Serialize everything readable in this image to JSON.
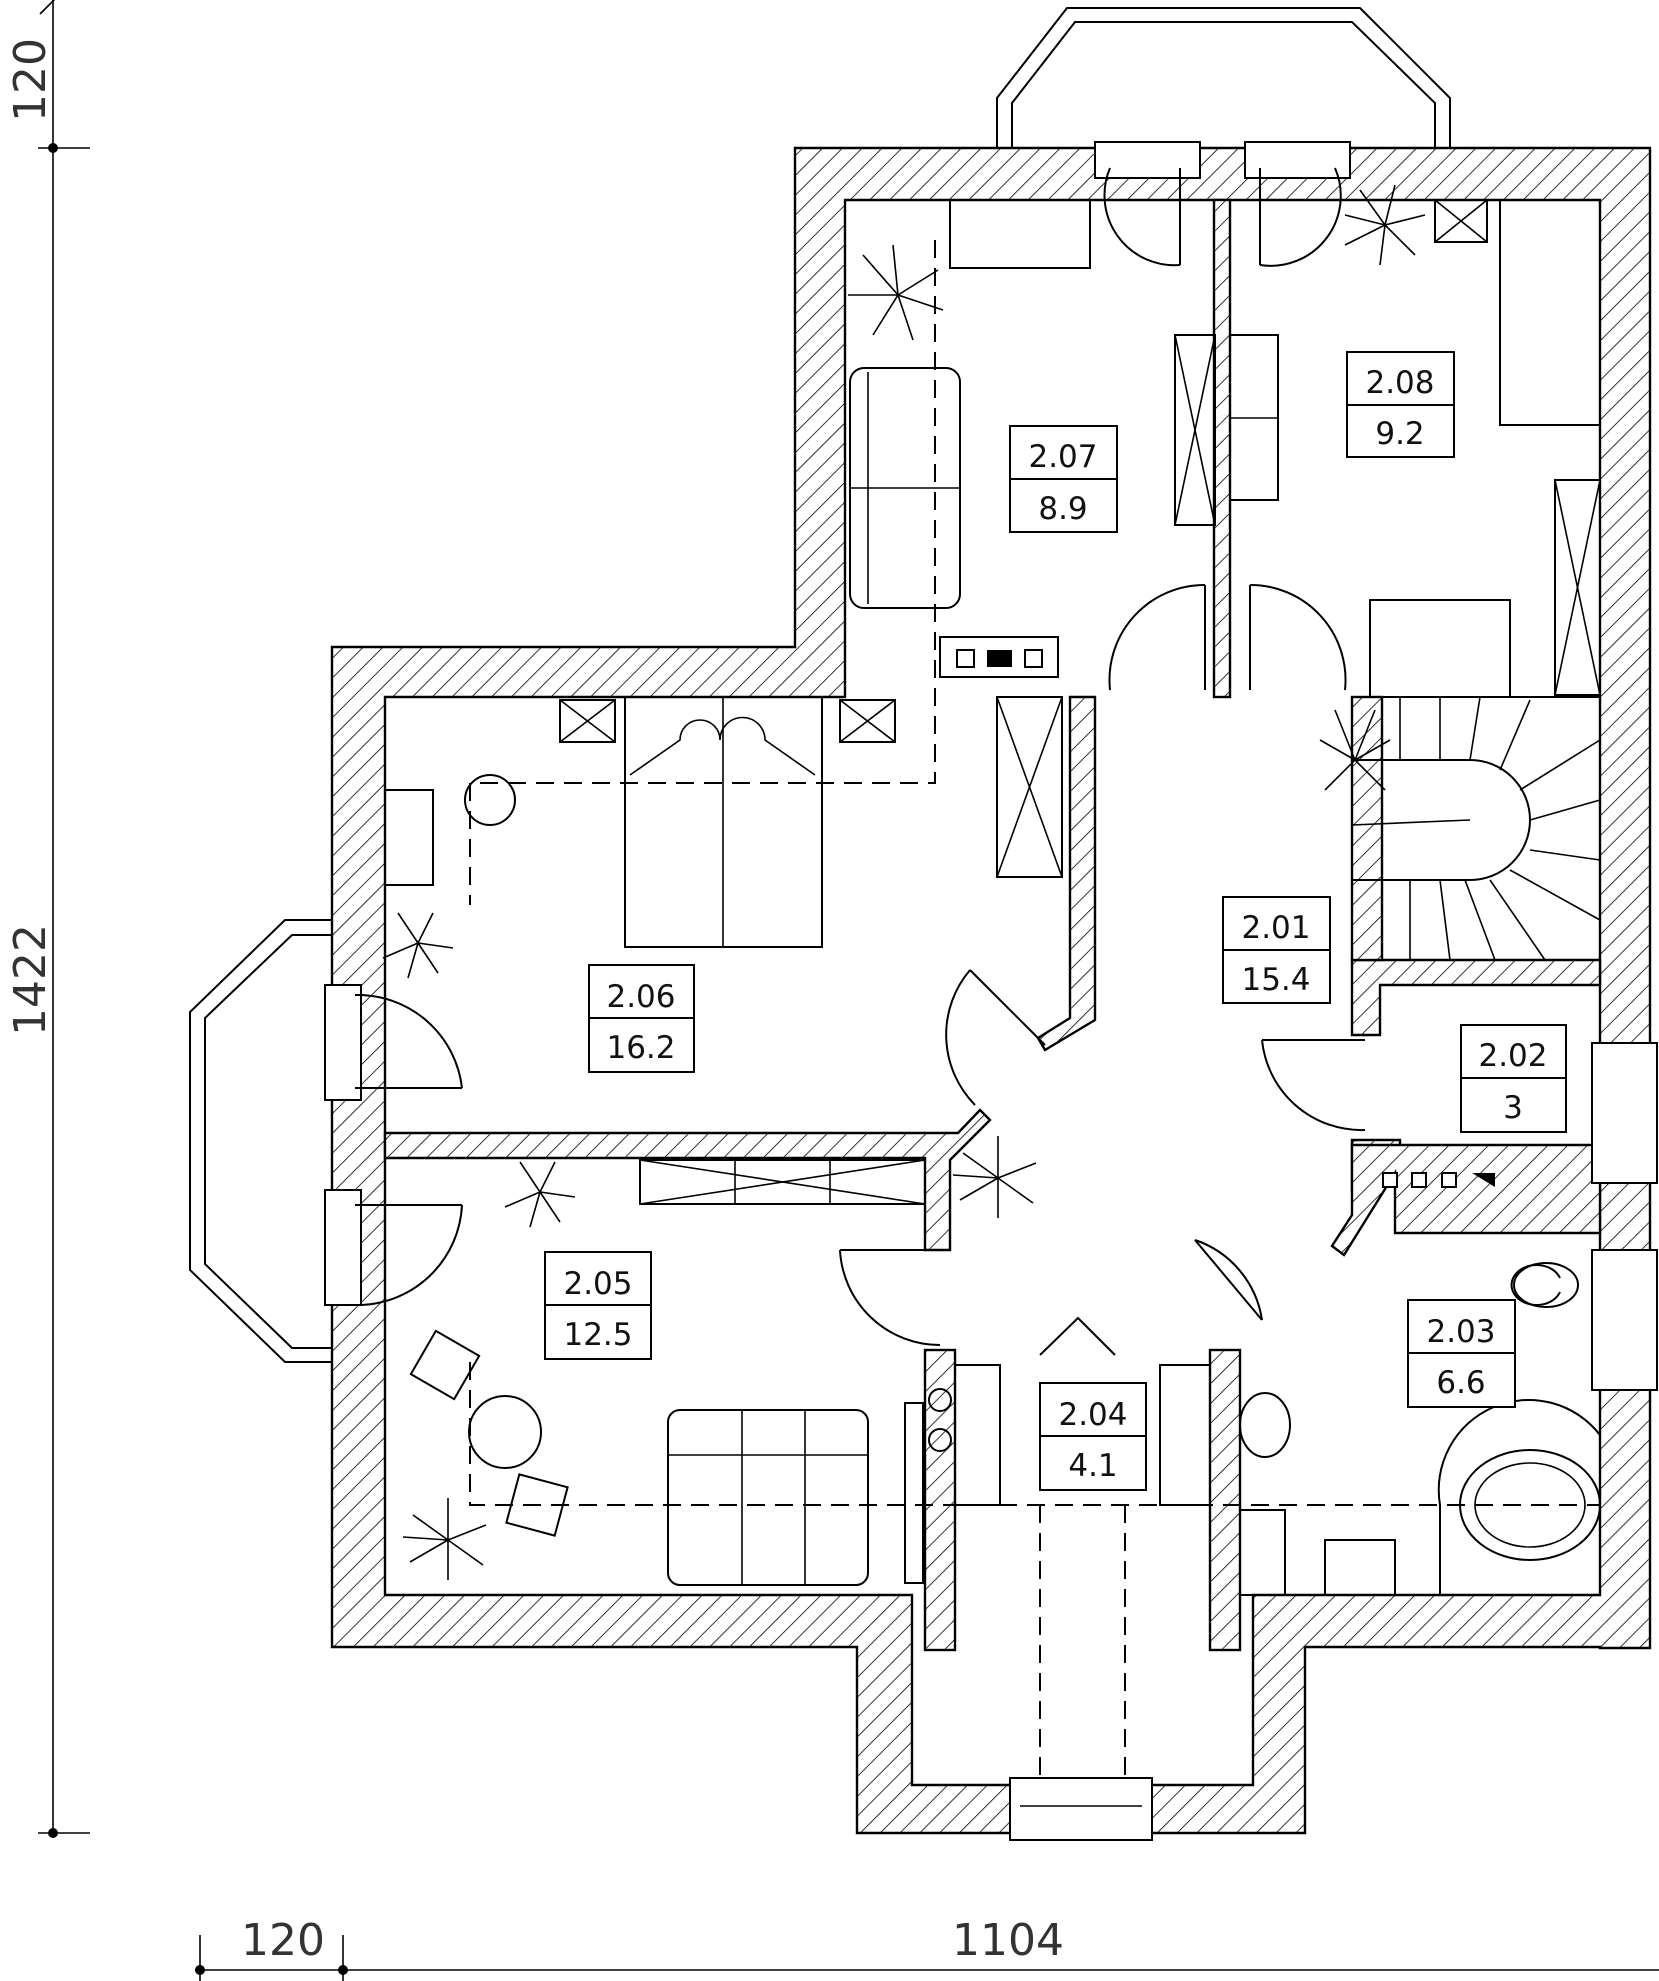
{
  "dimensions": {
    "vertical_top": "120",
    "vertical_main": "1422",
    "horizontal_left": "120",
    "horizontal_main": "1104"
  },
  "rooms": [
    {
      "id": "2.01",
      "area": "15.4"
    },
    {
      "id": "2.02",
      "area": "3"
    },
    {
      "id": "2.03",
      "area": "6.6"
    },
    {
      "id": "2.04",
      "area": "4.1"
    },
    {
      "id": "2.05",
      "area": "12.5"
    },
    {
      "id": "2.06",
      "area": "16.2"
    },
    {
      "id": "2.07",
      "area": "8.9"
    },
    {
      "id": "2.08",
      "area": "9.2"
    }
  ],
  "colors": {
    "ink": "#000000",
    "paper": "#ffffff",
    "dimension_ink": "#333333"
  }
}
